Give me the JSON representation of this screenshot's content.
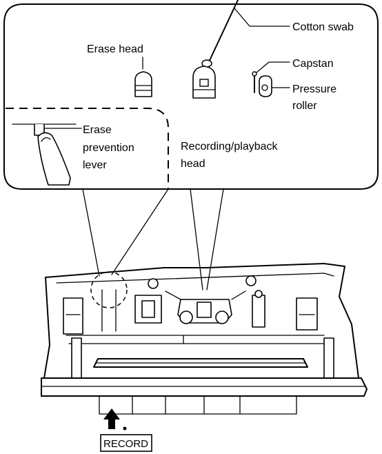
{
  "labels": {
    "cotton_swab": "Cotton swab",
    "erase_head": "Erase head",
    "capstan": "Capstan",
    "pressure_roller_1": "Pressure",
    "pressure_roller_2": "roller",
    "erase_prevention_1": "Erase",
    "erase_prevention_2": "prevention",
    "erase_prevention_3": "lever",
    "rec_head_1": "Recording/playback",
    "rec_head_2": "head",
    "record_button": "RECORD"
  }
}
